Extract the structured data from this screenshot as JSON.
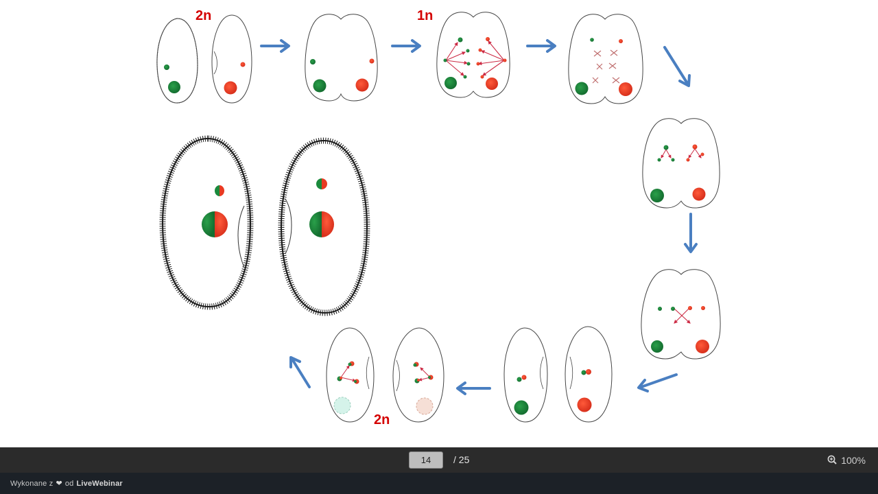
{
  "slide": {
    "labels": {
      "ploidy_top_left": "2n",
      "ploidy_top_mid": "1n",
      "ploidy_bottom": "2n"
    },
    "colors": {
      "nucleus_green": "#1a8a3c",
      "nucleus_red": "#e83a22",
      "arrow_blue": "#4a7fc1",
      "spindle_red": "#cc2a44",
      "label_red": "#d40000"
    }
  },
  "viewer": {
    "page_current": "14",
    "page_total": "/ 25",
    "zoom": "100%",
    "zoom_icon": "zoom-in-icon"
  },
  "footer": {
    "prefix": "Wykonane z",
    "heart_icon": "heart-icon",
    "middle": "od",
    "brand": "LiveWebinar"
  }
}
